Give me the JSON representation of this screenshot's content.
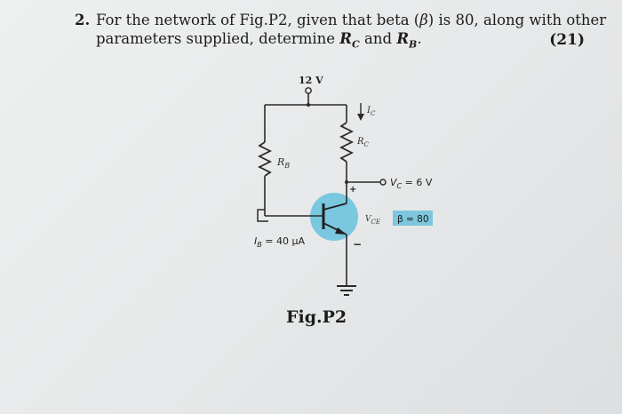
{
  "question": {
    "number": "2.",
    "line1_before_beta": "For the network of Fig.P2, given that beta (",
    "beta_symbol": "β",
    "line1_after_beta": ") is 80, along with other",
    "line2_prefix": "parameters supplied, determine ",
    "rc_var": "R",
    "rc_sub": "C",
    "and_word": " and ",
    "rb_var": "R",
    "rb_sub": "B",
    "line2_suffix": ".",
    "points": "(21)"
  },
  "figure": {
    "supply_label": "12 V",
    "ic_label": "I",
    "ic_sub": "C",
    "rc_label": "R",
    "rc_sub": "C",
    "rb_label": "R",
    "rb_sub": "B",
    "vc_label_var": "V",
    "vc_label_sub": "C",
    "vc_label_value": " = 6 V",
    "vce_label": "V",
    "vce_sub": "CE",
    "beta_label": "β = 80",
    "ib_label_var": "I",
    "ib_label_sub": "B",
    "ib_label_value": " = 40 μA",
    "plus_sign": "+",
    "minus_sign": "−",
    "caption": "Fig.P2"
  },
  "colors": {
    "wire": "#2a2a2a",
    "transistor_highlight": "#6ec3df",
    "badge_fill": "#7dc6dd",
    "paper": "#e8eaeb"
  }
}
